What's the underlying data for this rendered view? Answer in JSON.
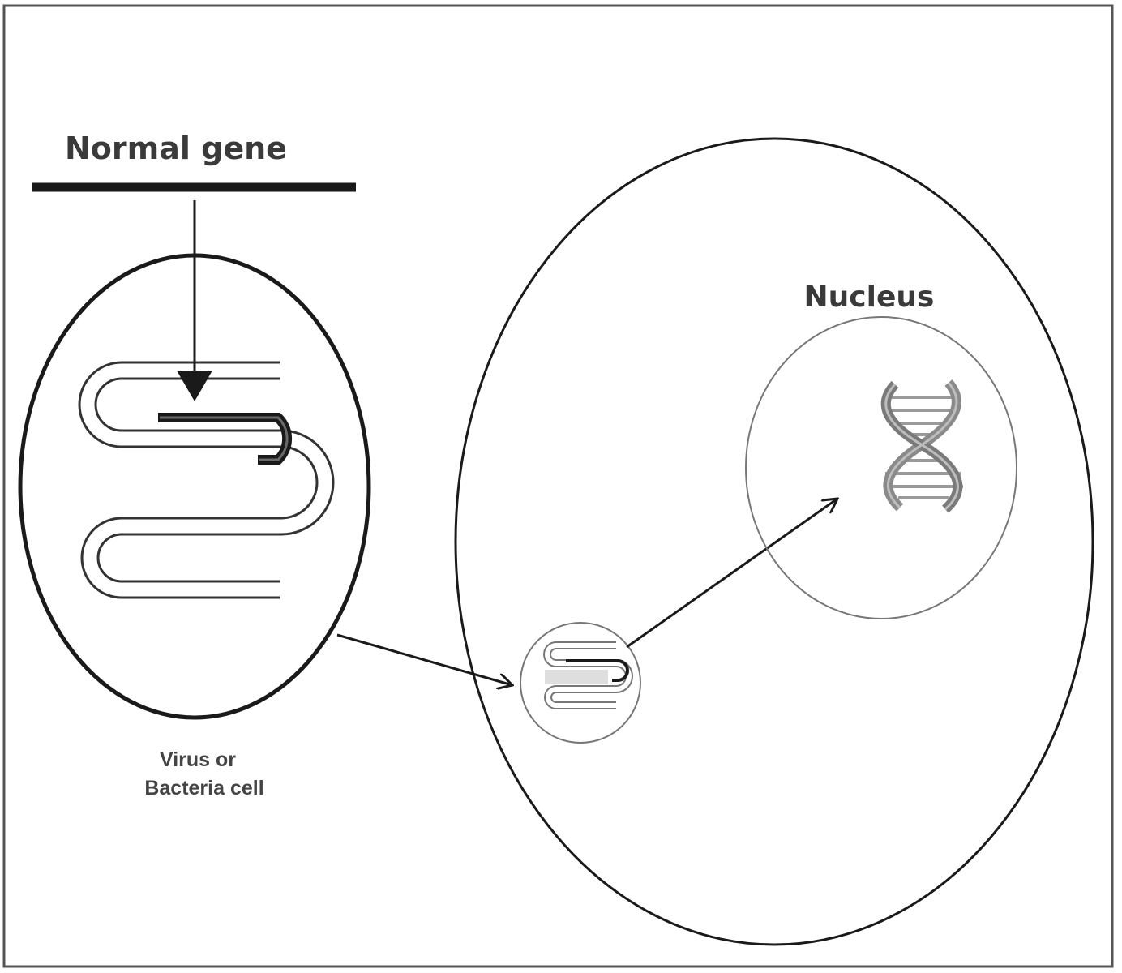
{
  "labels": {
    "normal_gene": "Normal gene",
    "nucleus": "Nucleus",
    "virus_line1": "Virus or",
    "virus_line2": "Bacteria cell"
  },
  "colors": {
    "stroke": "#1a1a1a",
    "light_stroke": "#6e6e6e",
    "gene_highlight": "#1a1a1a",
    "dna": "#8a8a8a"
  }
}
